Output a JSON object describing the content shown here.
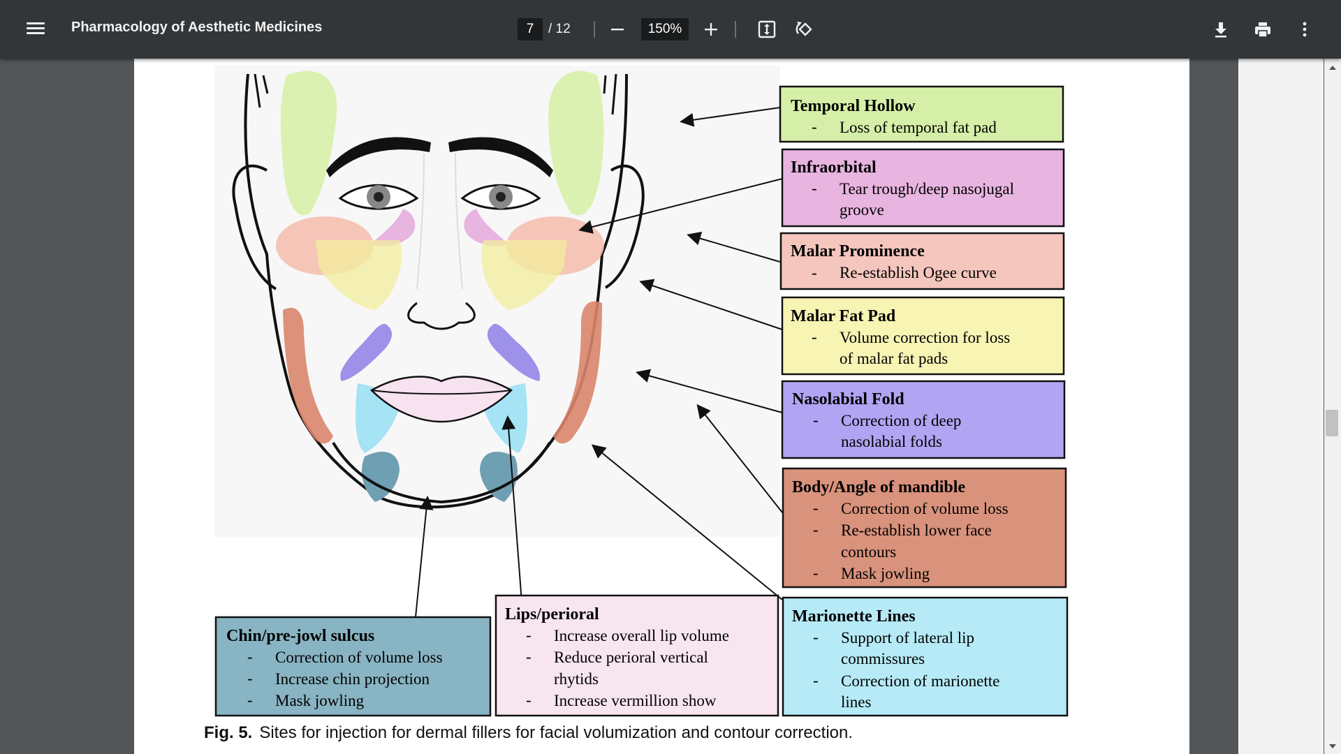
{
  "toolbar": {
    "title": "Pharmacology of Aesthetic Medicines",
    "current_page": "7",
    "total_pages": "/ 12",
    "zoom": "150%",
    "icons": [
      "menu-icon",
      "zoom-out-icon",
      "zoom-in-icon",
      "fit-page-icon",
      "rotate-icon",
      "download-icon",
      "print-icon",
      "more-vert-icon"
    ]
  },
  "figure": {
    "boxes": {
      "temporal": {
        "title": "Temporal Hollow",
        "items": [
          "Loss of temporal fat pad"
        ],
        "color": "#d6efa8"
      },
      "infraorbital": {
        "title": "Infraorbital",
        "items": [
          "Tear trough/deep nasojugal",
          "groove"
        ],
        "color": "#e8b4e0"
      },
      "malar_prom": {
        "title": "Malar Prominence",
        "items": [
          "Re-establish Ogee curve"
        ],
        "color": "#f4c6bd"
      },
      "malar_fat": {
        "title": "Malar Fat Pad",
        "items": [
          "Volume correction for loss",
          "of malar fat pads"
        ],
        "color": "#f7f4b4"
      },
      "nasolabial": {
        "title": "Nasolabial Fold",
        "items": [
          "Correction of deep",
          "nasolabial folds"
        ],
        "color": "#b1a4f2"
      },
      "mandible": {
        "title": "Body/Angle of mandible",
        "items": [
          "Correction of volume loss",
          "Re-establish lower face",
          "contours",
          "Mask jowling"
        ],
        "color": "#d9927c"
      },
      "chin": {
        "title": "Chin/pre-jowl sulcus",
        "items": [
          "Correction of volume loss",
          "Increase chin projection",
          "Mask jowling"
        ],
        "color": "#88b4c3"
      },
      "lips": {
        "title": "Lips/perioral",
        "items": [
          "Increase overall lip volume",
          "Reduce perioral vertical",
          "rhytids",
          "Increase vermillion show"
        ],
        "color": "#f7e5f0"
      },
      "marionette": {
        "title": "Marionette Lines",
        "items": [
          "Support of lateral lip",
          "commissures",
          "Correction of marionette",
          "lines"
        ],
        "color": "#b6eaf6"
      }
    },
    "bullet": "-",
    "caption_label": "Fig. 5.",
    "caption_text": "Sites for injection for dermal fillers for facial volumization and contour correction."
  }
}
